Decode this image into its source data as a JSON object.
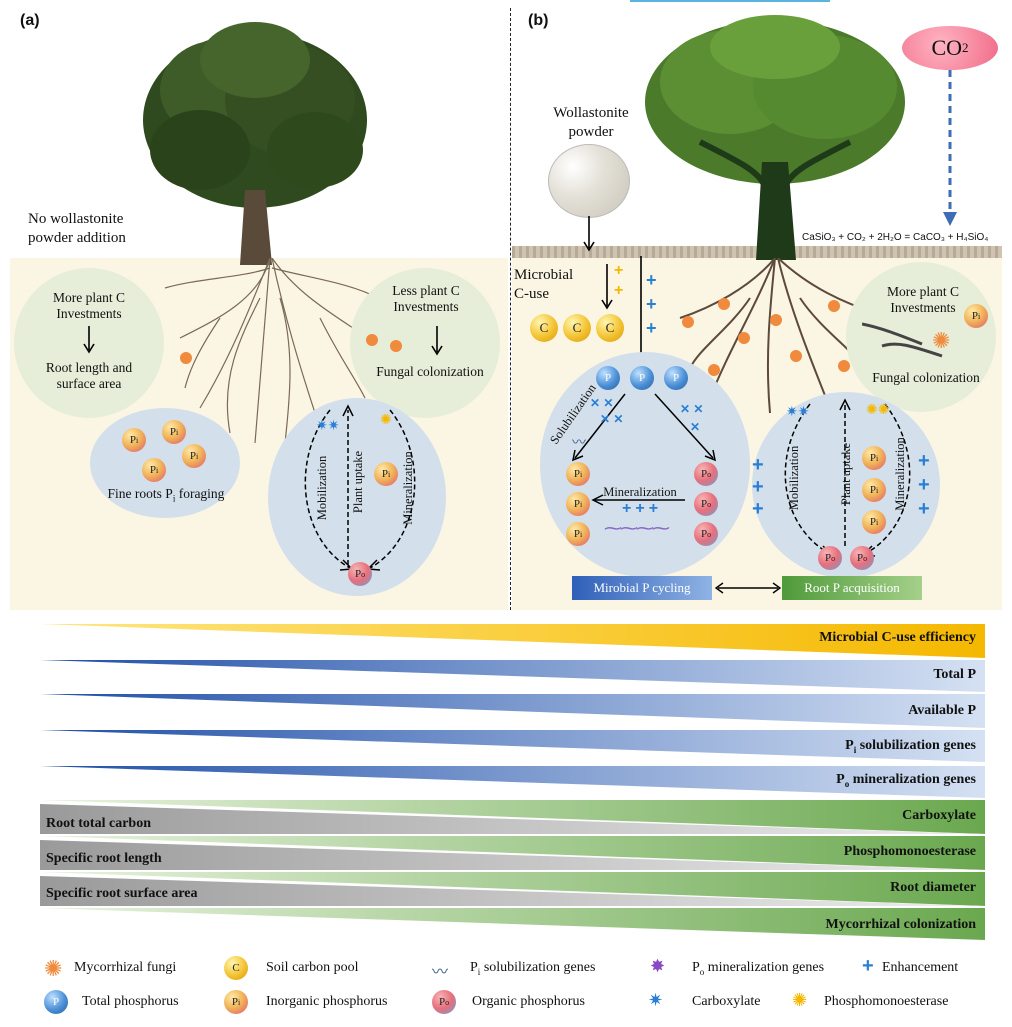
{
  "panel_a": {
    "label": "(a)",
    "no_powder": "No wollastonite\npowder addition",
    "left_bubble": {
      "top": "More plant C\nInvestments",
      "bottom": "Root length and\nsurface area"
    },
    "right_bubble": {
      "top": "Less plant C\nInvestments",
      "bottom": "Fungal colonization"
    },
    "foraging": "Fine roots P",
    "foraging_sub": "i",
    "foraging_tail": " foraging",
    "cycle": {
      "mobilization": "Mobilization",
      "uptake": "Plant uptake",
      "mineralization": "Mineralization"
    }
  },
  "panel_b": {
    "label": "(b)",
    "co2": "CO",
    "co2_sub": "2",
    "powder": "Wollastonite\npowder",
    "equation": "CaSiO₃ + CO₂ + 2H₂O = CaCO₃ + H₄SiO₄",
    "microbial_c_use": "Microbial\nC-use",
    "right_bubble": {
      "top": "More plant C\nInvestments",
      "bottom": "Fungal colonization"
    },
    "solubilization": "Solubilization",
    "mineralization_mid": "Mineralization",
    "cycle": {
      "mobilization": "Mobilization",
      "uptake": "Plant uptake",
      "mineralization": "Mineralization"
    },
    "box_microbial": "Mirobial P cycling",
    "box_root": "Root P acquisition"
  },
  "balls": {
    "pi": "P",
    "pi_sub": "i",
    "po": "P",
    "po_sub": "o",
    "p": "P",
    "c": "C"
  },
  "bars": {
    "microbial_c": "Microbial C-use efficiency",
    "total_p": "Total P",
    "available_p": "Available P",
    "pi_sol": "P",
    "pi_sol_sub": "i",
    "pi_sol_tail": " solubilization genes",
    "po_min": "P",
    "po_min_sub": "o",
    "po_min_tail": " mineralization genes",
    "carboxylate": "Carboxylate",
    "root_total_carbon": "Root total carbon",
    "phosphomonoesterase": "Phosphomonoesterase",
    "specific_root_length": "Specific root length",
    "root_diameter": "Root diameter",
    "specific_root_surface": "Specific root surface area",
    "mycorrhizal": "Mycorrhizal colonization"
  },
  "legend": {
    "mycorrhizal_fungi": "Mycorrhizal fungi",
    "soil_carbon_pool": "Soil carbon pool",
    "pi_genes": "P",
    "pi_genes_sub": "i",
    "pi_genes_tail": " solubilization genes",
    "po_genes": "P",
    "po_genes_sub": "o",
    "po_genes_tail": " mineralization genes",
    "enhancement": "Enhancement",
    "total_phosphorus": "Total phosphorus",
    "inorganic_phosphorus": "Inorganic phosphorus",
    "organic_phosphorus": "Organic phosphorus",
    "carboxylate": "Carboxylate",
    "phosphomonoesterase": "Phosphomonoesterase"
  },
  "colors": {
    "gold": "#f5b800",
    "blue": "#2f5fb8",
    "green": "#6aa84f",
    "grey": "#9a9a9a",
    "orange": "#f08a3c"
  }
}
